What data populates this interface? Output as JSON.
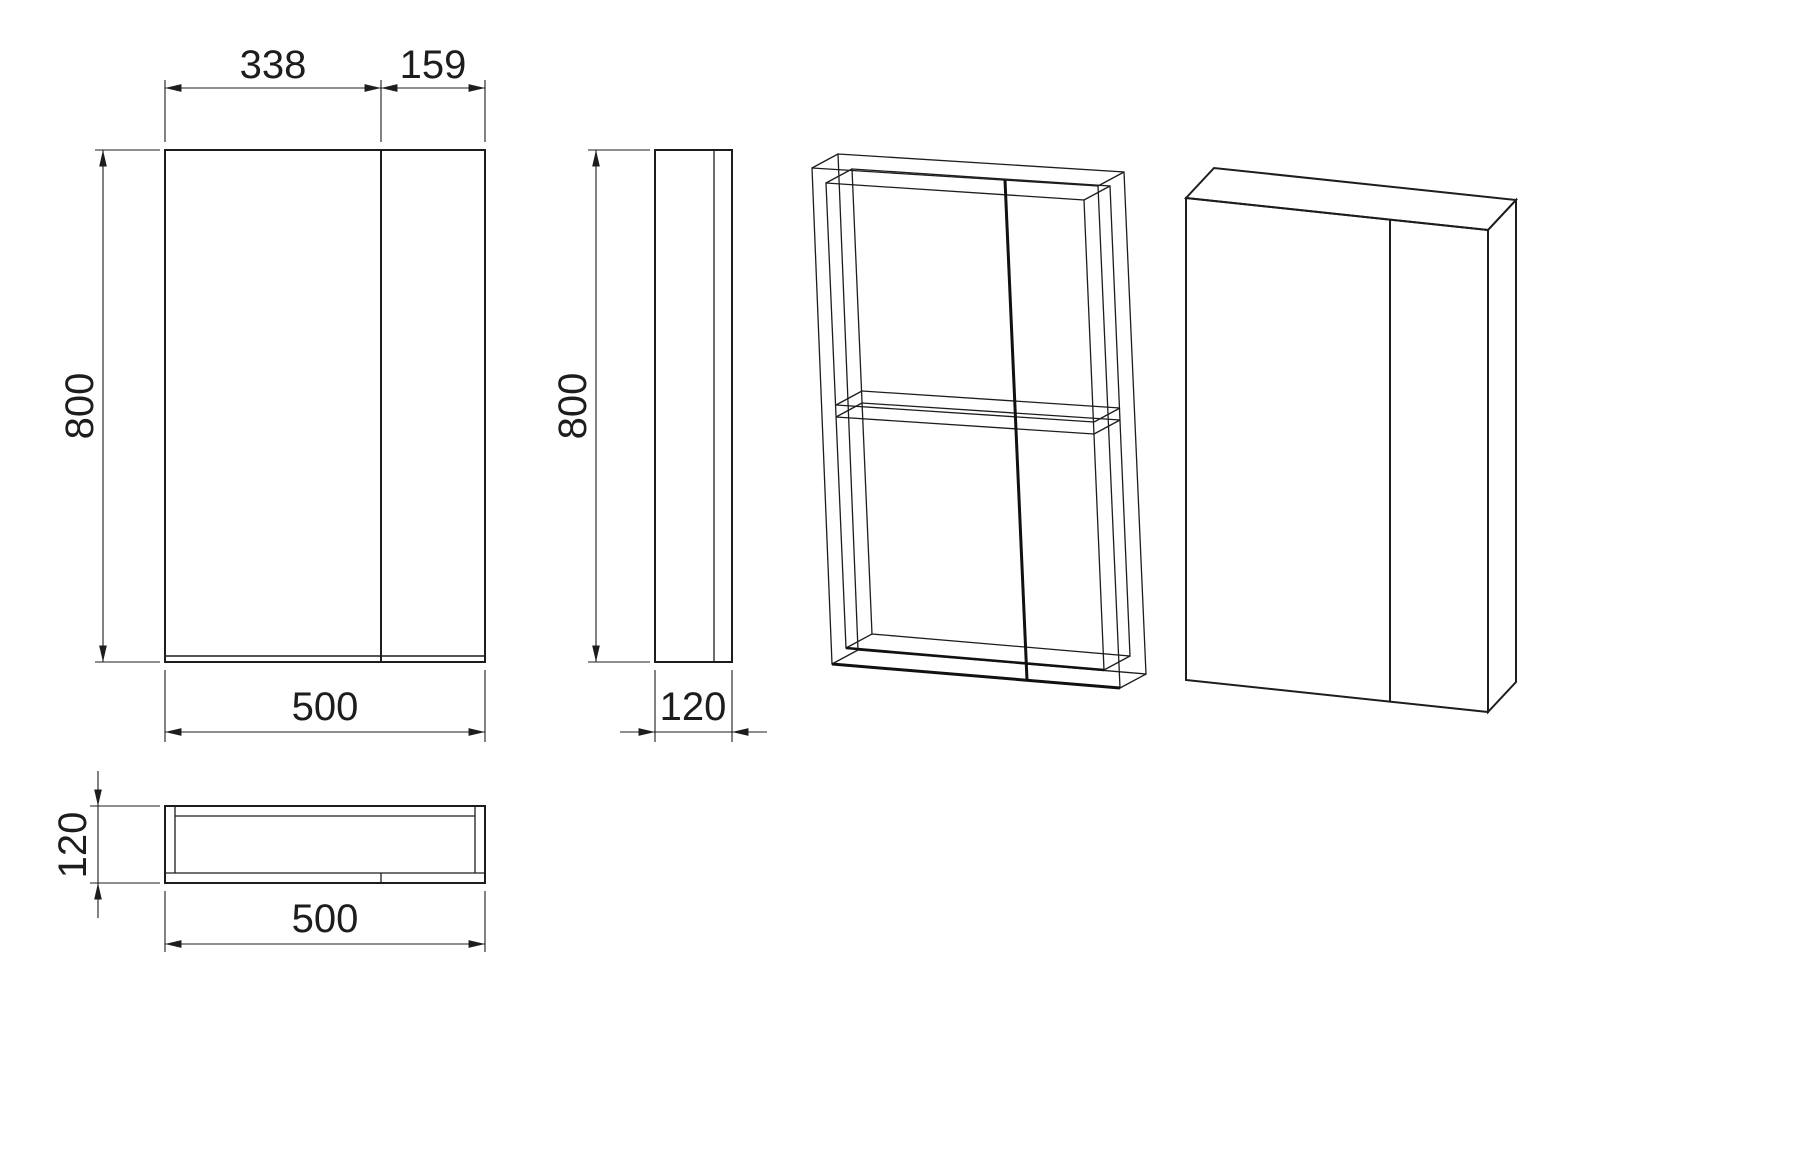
{
  "drawing": {
    "background": "#ffffff",
    "line_color": "#1d1d1d",
    "dimensions": {
      "front_view": {
        "left_door_width": "338",
        "right_door_width": "159",
        "height": "800",
        "width": "500"
      },
      "side_view": {
        "height": "800",
        "depth": "120"
      },
      "top_view": {
        "depth": "120",
        "width": "500"
      }
    }
  }
}
